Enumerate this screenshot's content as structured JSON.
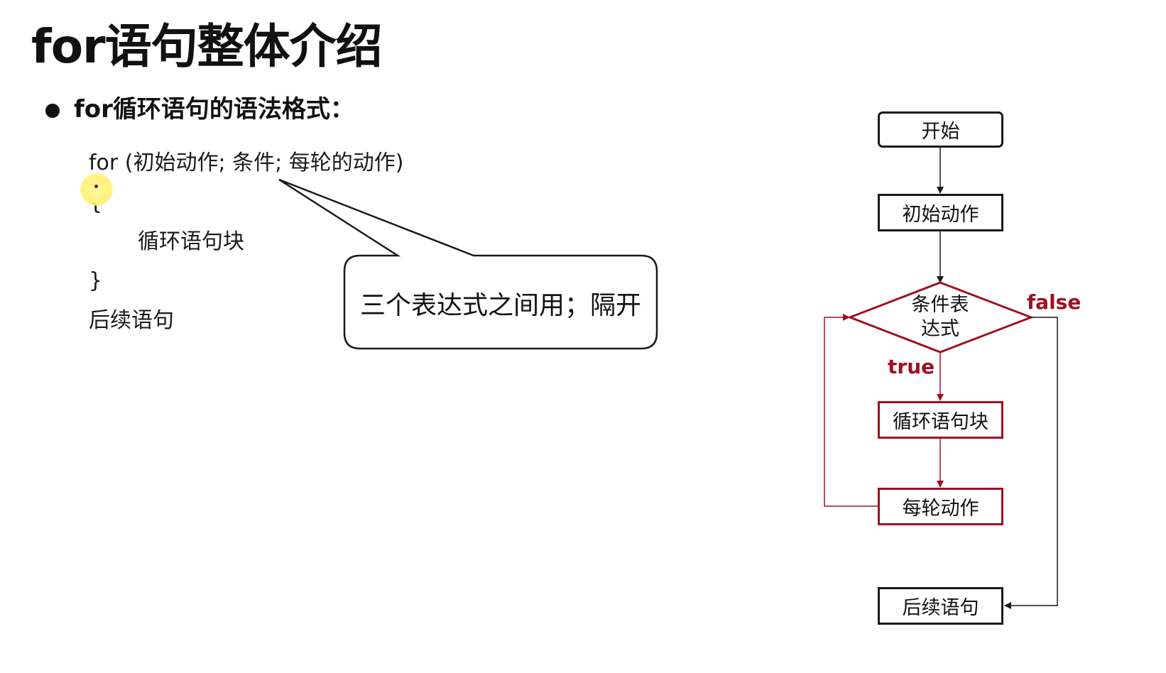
{
  "title": "for语句整体介绍",
  "bullet": "for循环语句的语法格式：",
  "code": {
    "header": "for (初始动作; 条件; 每轮的动作)",
    "open_brace": "{",
    "body": "循环语句块",
    "close_brace": "}",
    "after": "后续语句"
  },
  "callout": {
    "text": "三个表达式之间用；隔开"
  },
  "flowchart": {
    "start": "开始",
    "init": "初始动作",
    "condition_line1": "条件表",
    "condition_line2": "达式",
    "true_label": "true",
    "false_label": "false",
    "body": "循环语句块",
    "step": "每轮动作",
    "next": "后续语句"
  },
  "colors": {
    "loop_red": "#a01020",
    "black": "#1a1a1a",
    "cursor_highlight": "#fff27a"
  }
}
